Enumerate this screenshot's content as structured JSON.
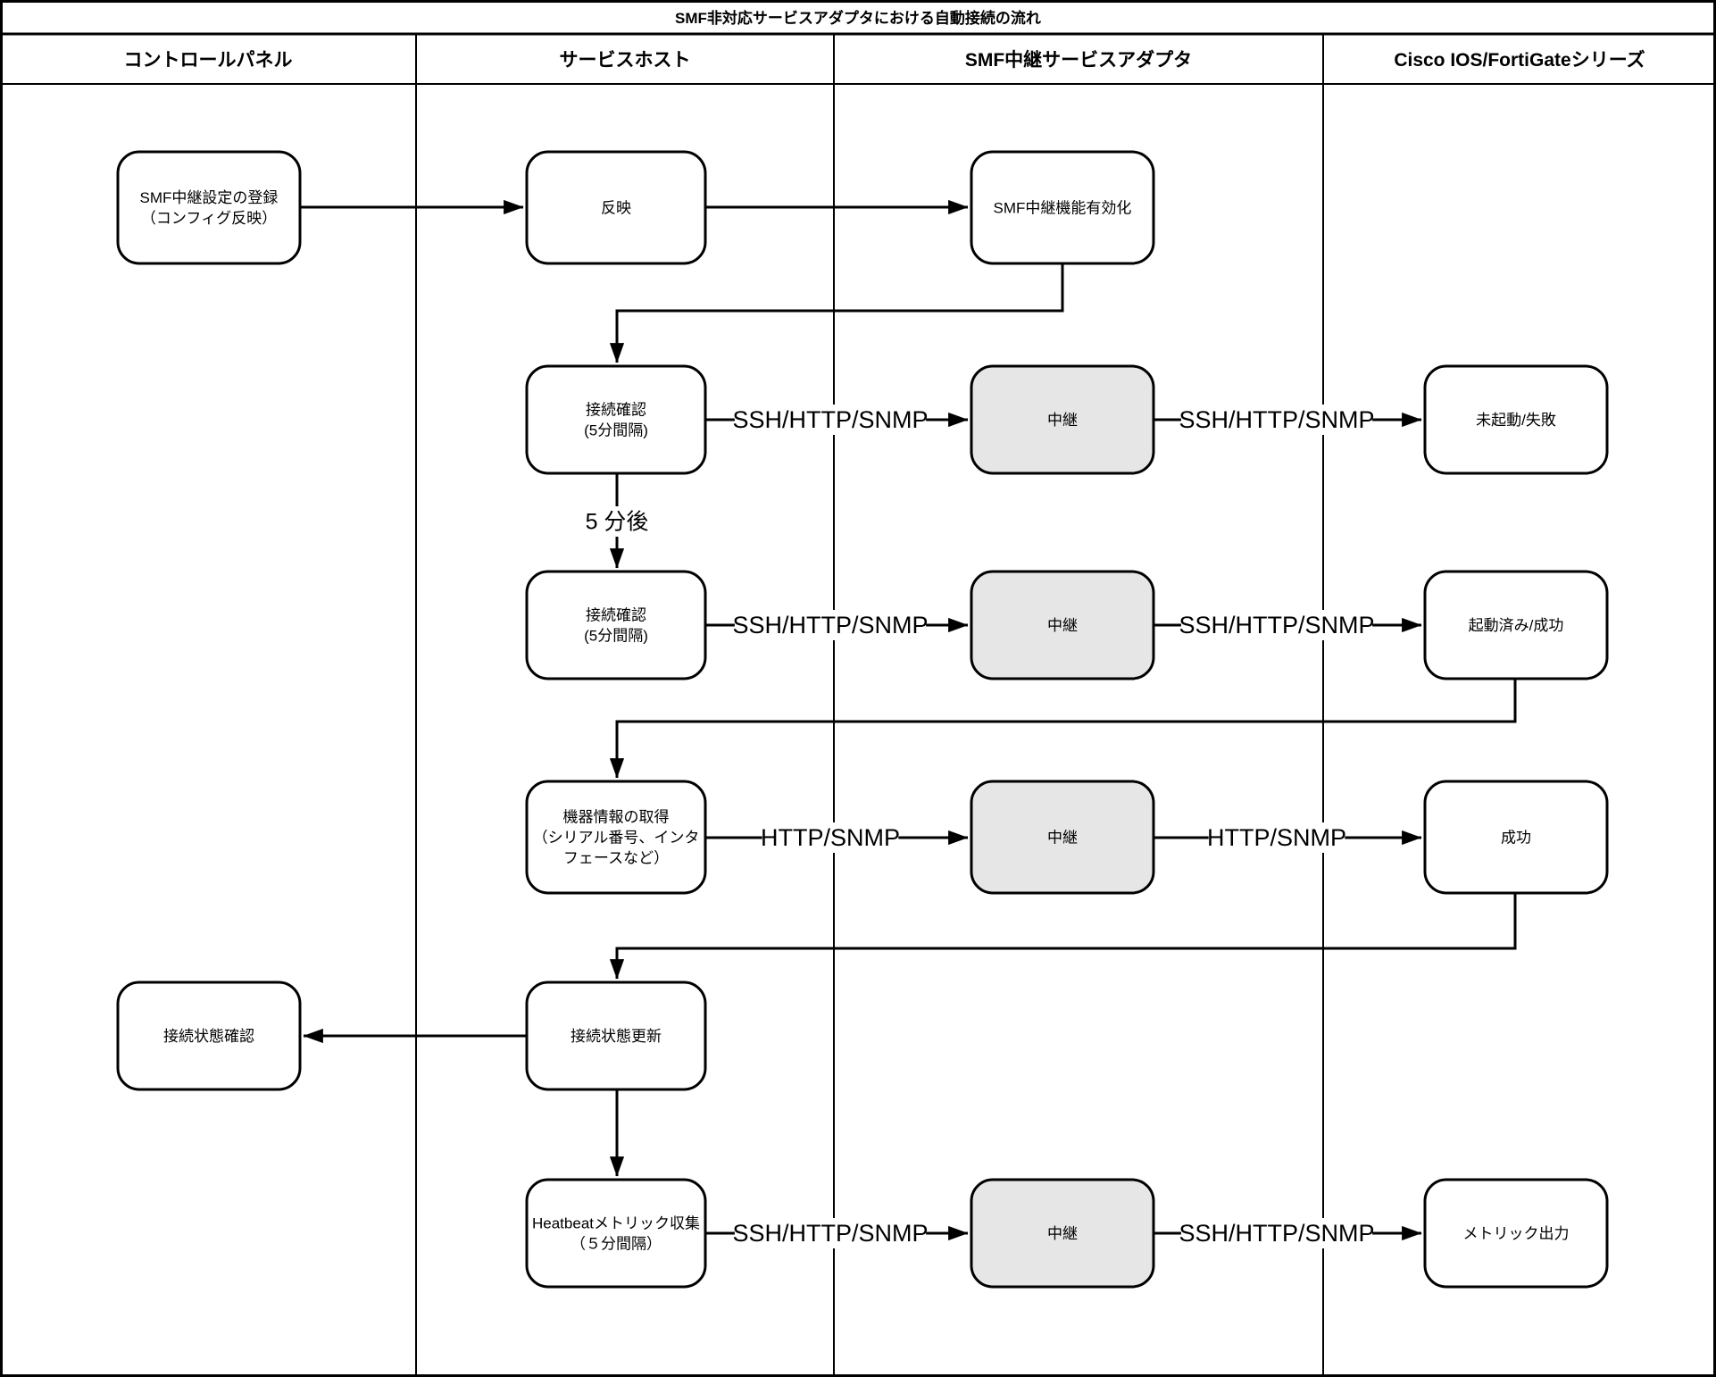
{
  "diagram_title": "SMF非対応サービスアダプタにおける自動接続の流れ",
  "lane_headers": [
    "コントロールパネル",
    "サービスホスト",
    "SMF中継サービスアダプタ",
    "Cisco IOS/FortiGateシリーズ"
  ],
  "colors": {
    "background": "#ffffff",
    "line": "#000000",
    "box_fill": "#ffffff",
    "relay_box_fill": "#e6e6e6",
    "text": "#000000"
  },
  "nodes": [
    {
      "id": "register",
      "lane": "コントロールパネル",
      "label": "SMF中継設定の登録\n（コンフィグ反映）",
      "relay": false
    },
    {
      "id": "apply",
      "lane": "サービスホスト",
      "label": "反映",
      "relay": false
    },
    {
      "id": "enable",
      "lane": "SMF中継サービスアダプタ",
      "label": "SMF中継機能有効化",
      "relay": false
    },
    {
      "id": "check1",
      "lane": "サービスホスト",
      "label": "接続確認\n(5分間隔)",
      "relay": false
    },
    {
      "id": "relay1",
      "lane": "SMF中継サービスアダプタ",
      "label": "中継",
      "relay": true
    },
    {
      "id": "fail",
      "lane": "Cisco IOS/FortiGateシリーズ",
      "label": "未起動/失敗",
      "relay": false
    },
    {
      "id": "check2",
      "lane": "サービスホスト",
      "label": "接続確認\n(5分間隔)",
      "relay": false
    },
    {
      "id": "relay2",
      "lane": "SMF中継サービスアダプタ",
      "label": "中継",
      "relay": true
    },
    {
      "id": "success_boot",
      "lane": "Cisco IOS/FortiGateシリーズ",
      "label": "起動済み/成功",
      "relay": false
    },
    {
      "id": "devinfo",
      "lane": "サービスホスト",
      "label": "機器情報の取得\n（シリアル番号、インタ\nフェースなど）",
      "relay": false
    },
    {
      "id": "relay3",
      "lane": "SMF中継サービスアダプタ",
      "label": "中継",
      "relay": true
    },
    {
      "id": "success",
      "lane": "Cisco IOS/FortiGateシリーズ",
      "label": "成功",
      "relay": false
    },
    {
      "id": "status_check",
      "lane": "コントロールパネル",
      "label": "接続状態確認",
      "relay": false
    },
    {
      "id": "status_update",
      "lane": "サービスホスト",
      "label": "接続状態更新",
      "relay": false
    },
    {
      "id": "heartbeat",
      "lane": "サービスホスト",
      "label": "Heatbeatメトリック収集\n（５分間隔）",
      "relay": false
    },
    {
      "id": "relay4",
      "lane": "SMF中継サービスアダプタ",
      "label": "中継",
      "relay": true
    },
    {
      "id": "metrics",
      "lane": "Cisco IOS/FortiGateシリーズ",
      "label": "メトリック出力",
      "relay": false
    }
  ],
  "edges": [
    {
      "from": "register",
      "to": "apply",
      "label": ""
    },
    {
      "from": "apply",
      "to": "enable",
      "label": ""
    },
    {
      "from": "enable",
      "to": "check1",
      "label": ""
    },
    {
      "from": "check1",
      "to": "relay1",
      "label": "SSH/HTTP/SNMP"
    },
    {
      "from": "relay1",
      "to": "fail",
      "label": "SSH/HTTP/SNMP"
    },
    {
      "from": "check1",
      "to": "check2",
      "label": "5 分後"
    },
    {
      "from": "check2",
      "to": "relay2",
      "label": "SSH/HTTP/SNMP"
    },
    {
      "from": "relay2",
      "to": "success_boot",
      "label": "SSH/HTTP/SNMP"
    },
    {
      "from": "success_boot",
      "to": "devinfo",
      "label": ""
    },
    {
      "from": "devinfo",
      "to": "relay3",
      "label": "HTTP/SNMP"
    },
    {
      "from": "relay3",
      "to": "success",
      "label": "HTTP/SNMP"
    },
    {
      "from": "success",
      "to": "status_update",
      "label": ""
    },
    {
      "from": "status_update",
      "to": "status_check",
      "label": ""
    },
    {
      "from": "status_update",
      "to": "heartbeat",
      "label": ""
    },
    {
      "from": "heartbeat",
      "to": "relay4",
      "label": "SSH/HTTP/SNMP"
    },
    {
      "from": "relay4",
      "to": "metrics",
      "label": "SSH/HTTP/SNMP"
    }
  ]
}
